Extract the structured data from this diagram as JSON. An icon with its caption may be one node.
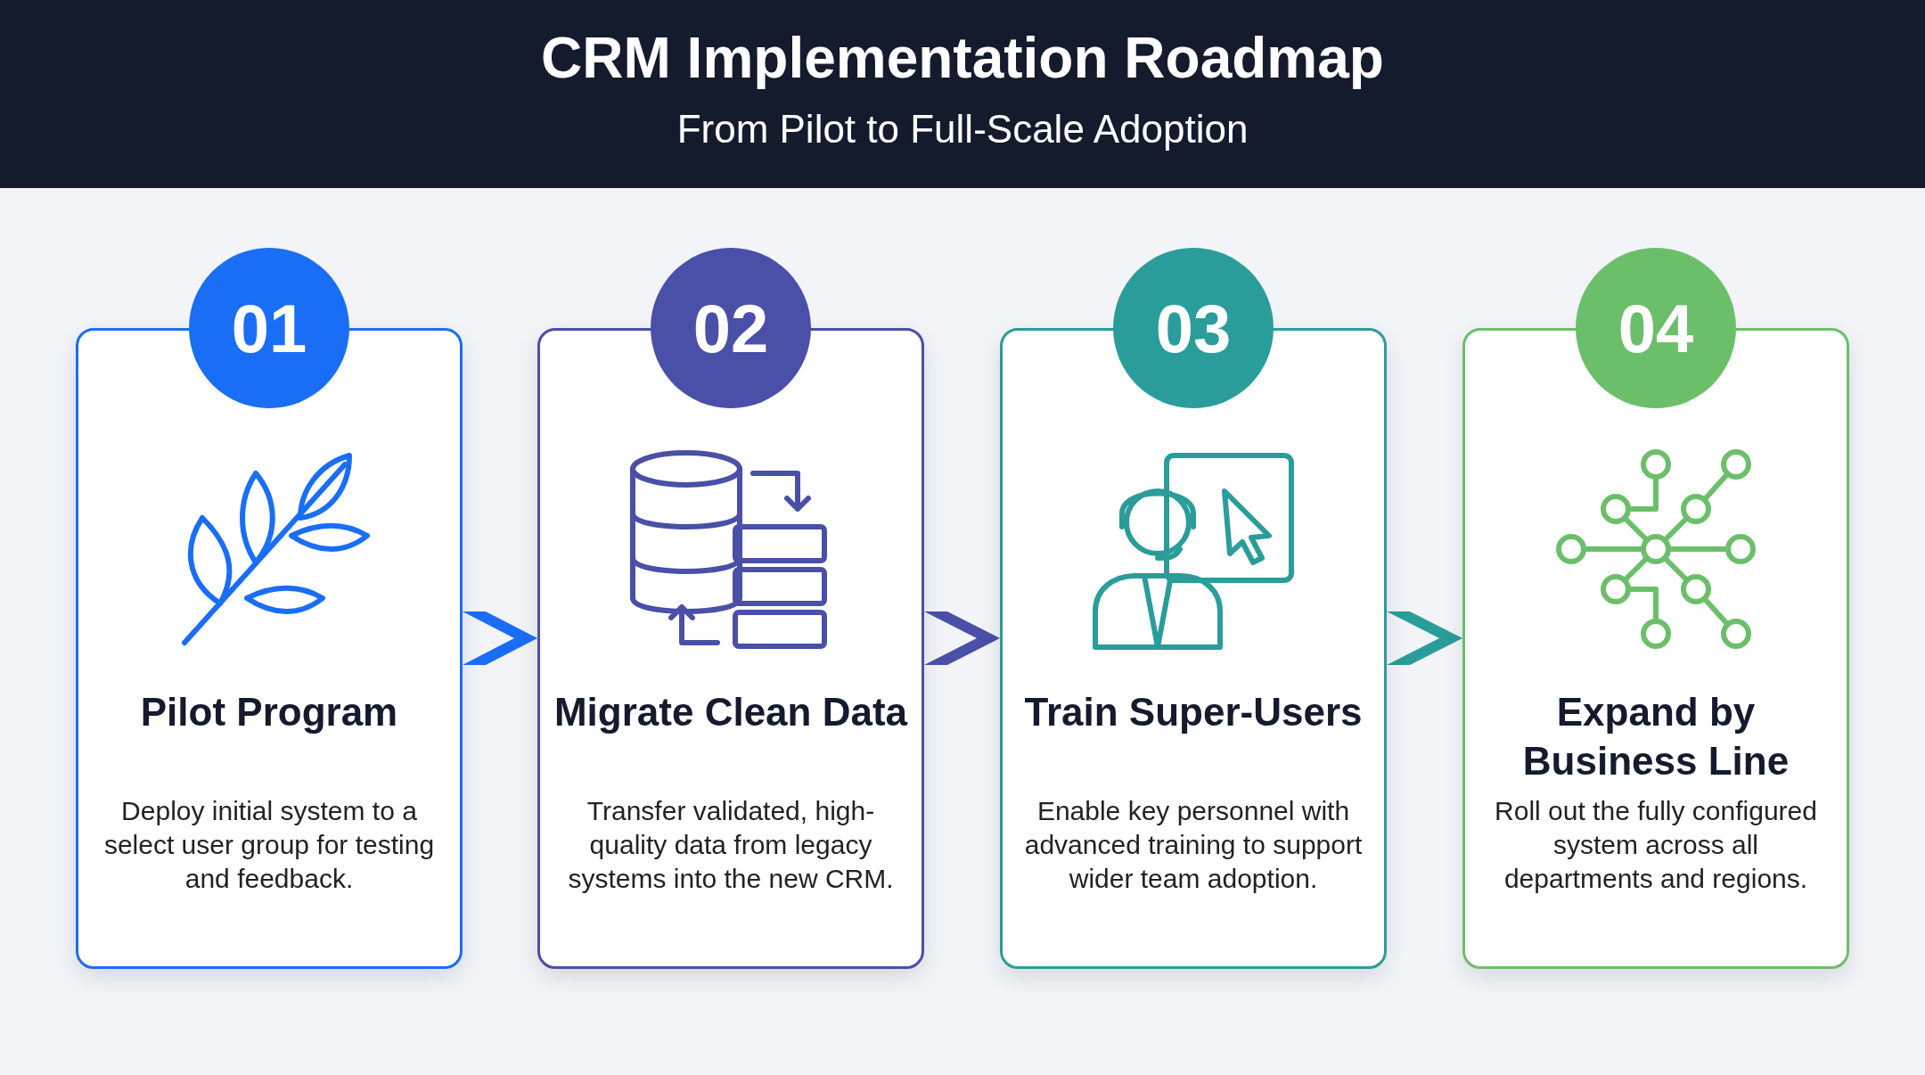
{
  "diagram": {
    "title": "CRM Implementation Roadmap",
    "caption": "From Pilot to Full-Scale Adoption",
    "nodes": [
      {
        "text": [
          "01",
          "Pilot Program",
          "Deploy initial system to a select user group for testing and feedback."
        ]
      },
      {
        "text": [
          "02",
          "Migrate Clean Data",
          "Transfer validated, high-quality data from legacy systems into the new CRM."
        ]
      },
      {
        "text": [
          "03",
          "Train Super-Users",
          "Enable key personnel with advanced training to support wider team adoption."
        ]
      },
      {
        "text": [
          "04",
          "Expand by Business Line",
          "Roll out the fully configured system across all departments and regions."
        ]
      }
    ],
    "edges": [
      {
        "from": 0,
        "to": 1,
        "arrow": "to",
        "color": "#1a6ef5"
      },
      {
        "from": 1,
        "to": 2,
        "arrow": "to",
        "color": "#4a4fa8"
      },
      {
        "from": 2,
        "to": 3,
        "arrow": "to",
        "color": "#2a9d9a"
      }
    ]
  }
}
